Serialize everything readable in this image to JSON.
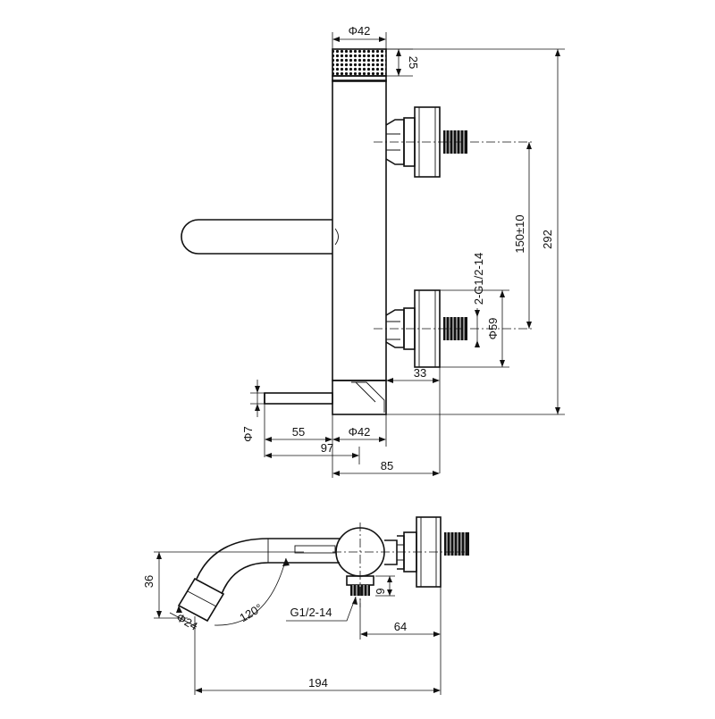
{
  "front_view": {
    "handle_diameter": "Φ42",
    "handle_height": "25",
    "inlet_spacing": "150±10",
    "overall_height": "292",
    "inlet_thread": "2-G1/2-14",
    "flange_diameter": "Φ59",
    "inlet_offset": "33",
    "spout_diameter": "Φ7",
    "spout_reach": "55",
    "body_diameter": "Φ42",
    "total_width_left": "97",
    "total_width_right": "85"
  },
  "top_view": {
    "spout_drop": "36",
    "outlet_diameter": "Φ24",
    "spout_angle": "120°",
    "outlet_thread": "G1/2-14",
    "outlet_height": "9",
    "outlet_offset": "64",
    "total_length": "194"
  }
}
